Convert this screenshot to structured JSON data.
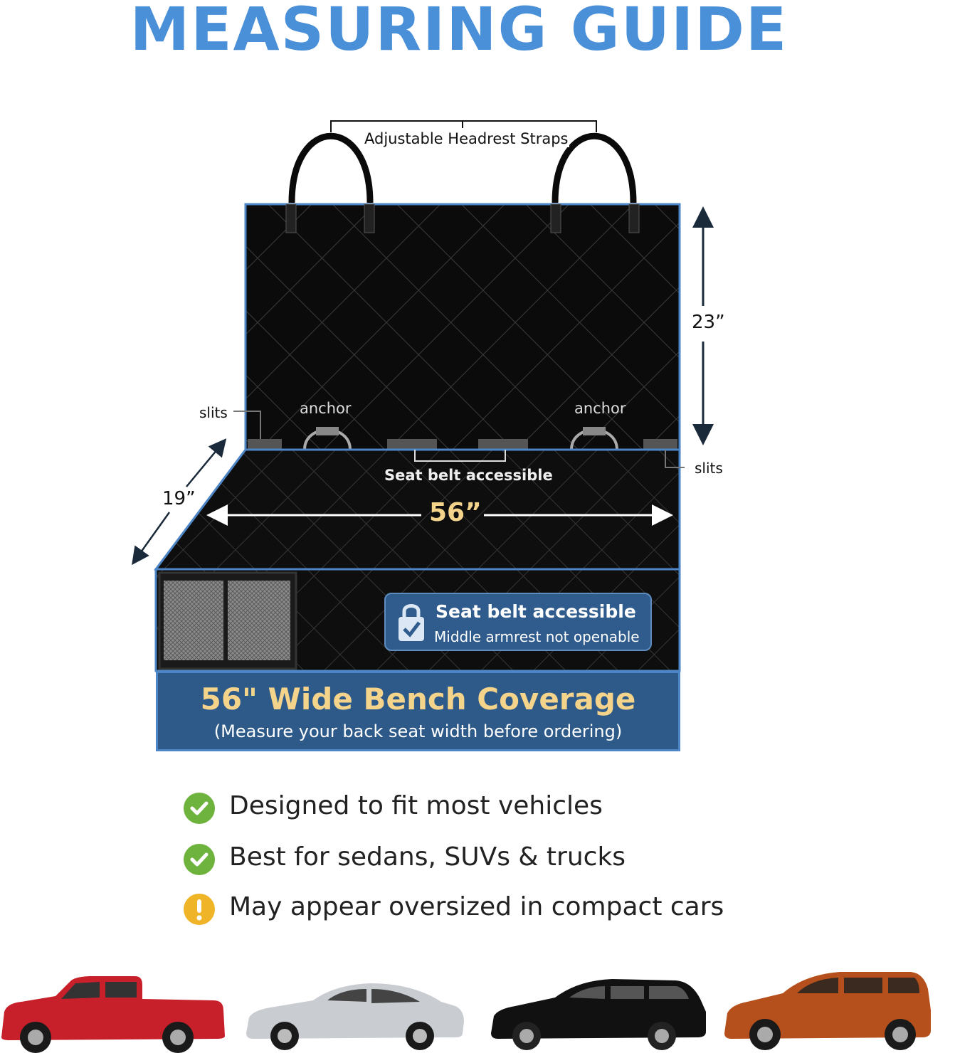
{
  "title": "MEASURING GUIDE",
  "labels": {
    "headrest_straps": "Adjustable Headrest Straps",
    "slits_left": "slits",
    "slits_right": "slits",
    "anchor_left": "anchor",
    "anchor_right": "anchor",
    "seat_belt_accessible": "Seat belt accessible"
  },
  "dimensions": {
    "height": "23”",
    "depth": "19”",
    "width": "56”"
  },
  "badge": {
    "line1": "Seat belt accessible",
    "line2": "Middle armrest not openable"
  },
  "banner": {
    "title": "56\" Wide Bench Coverage",
    "subtitle": "(Measure your back seat width before ordering)"
  },
  "features": [
    {
      "text": "Designed to fit most vehicles",
      "status": "check",
      "color": "#6fb33f"
    },
    {
      "text": "Best for sedans, SUVs & trucks",
      "status": "check",
      "color": "#6fb33f"
    },
    {
      "text": "May appear oversized in compact cars",
      "status": "warning",
      "color": "#f0b429"
    }
  ],
  "vehicles": [
    {
      "type": "pickup-truck",
      "color": "#c8202a"
    },
    {
      "type": "sedan",
      "color": "#c9ccd1"
    },
    {
      "type": "wagon",
      "color": "#111111"
    },
    {
      "type": "suv",
      "color": "#b5501c"
    }
  ],
  "colors": {
    "title": "#4a90d9",
    "frame": "#4c86c6",
    "banner_bg": "#2e5a8a",
    "banner_title": "#f4d38a"
  }
}
